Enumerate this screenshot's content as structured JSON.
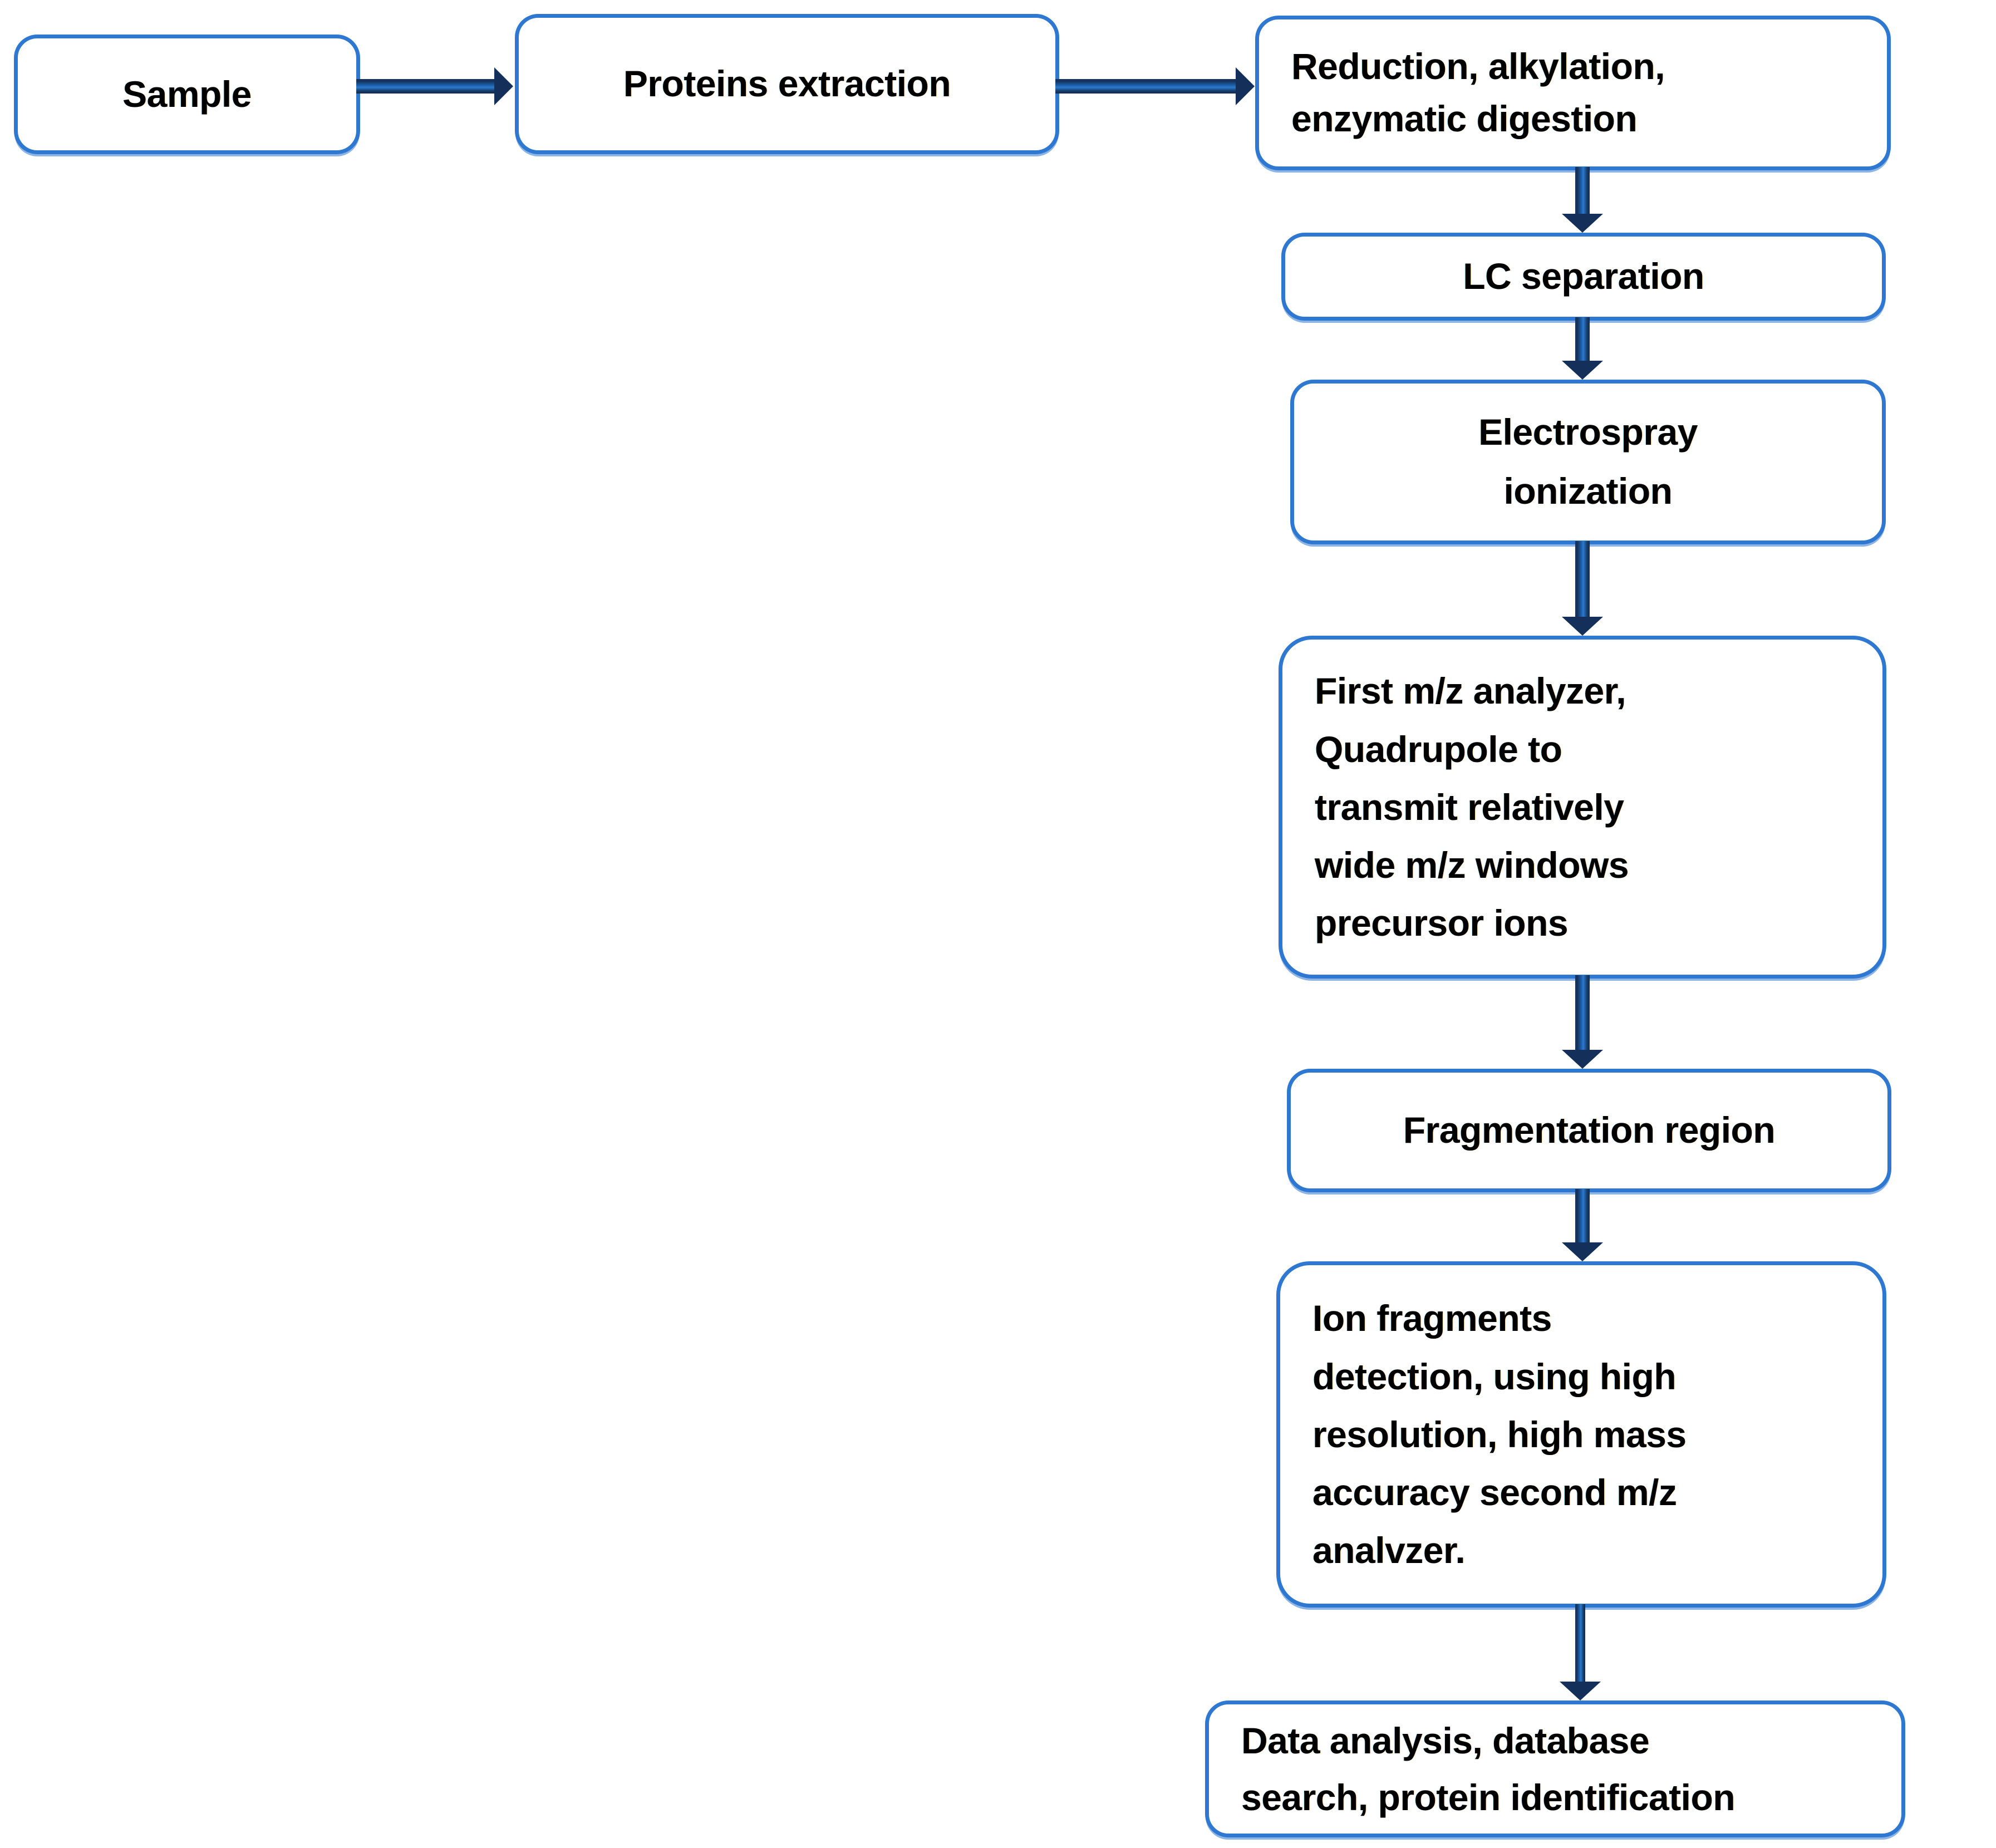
{
  "diagram": {
    "title": "Proteomics DIA/SWATH mass spectrometry workflow",
    "colors": {
      "node_border": "#2E78D2",
      "node_fill": "#FFFFFF",
      "arrow": "#14305A",
      "arrow_highlight": "#2A7AD0",
      "text": "#000000"
    },
    "nodes": [
      {
        "id": "sample",
        "label": "Sample"
      },
      {
        "id": "extraction",
        "label": "Proteins extraction"
      },
      {
        "id": "reduction",
        "label": "Reduction, alkylation,\nenzymatic digestion"
      },
      {
        "id": "lc",
        "label": "LC separation"
      },
      {
        "id": "esi",
        "label": "Electrospray\nionization"
      },
      {
        "id": "first-mz",
        "label": "First m/z analyzer,\nQuadrupole to\ntransmit relatively\nwide m/z windows\nprecursor ions"
      },
      {
        "id": "fragmentation",
        "label": "Fragmentation region"
      },
      {
        "id": "detection",
        "label": "Ion fragments\ndetection, using high\nresolution, high mass\naccuracy   second m/z\nanalvzer."
      },
      {
        "id": "data-analysis",
        "label": "Data analysis, database\nsearch, protein identification"
      }
    ],
    "edges": [
      {
        "from": "sample",
        "to": "extraction",
        "direction": "right"
      },
      {
        "from": "extraction",
        "to": "reduction",
        "direction": "right"
      },
      {
        "from": "reduction",
        "to": "lc",
        "direction": "down"
      },
      {
        "from": "lc",
        "to": "esi",
        "direction": "down"
      },
      {
        "from": "esi",
        "to": "first-mz",
        "direction": "down"
      },
      {
        "from": "first-mz",
        "to": "fragmentation",
        "direction": "down"
      },
      {
        "from": "fragmentation",
        "to": "detection",
        "direction": "down"
      },
      {
        "from": "detection",
        "to": "data-analysis",
        "direction": "down"
      }
    ]
  }
}
